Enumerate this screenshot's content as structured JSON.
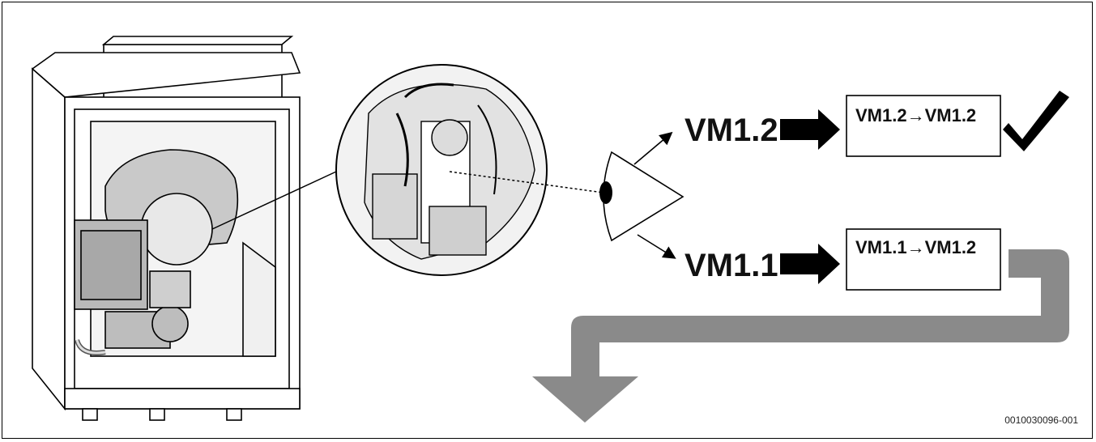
{
  "diagram": {
    "version_checked": {
      "label": "VM1.2",
      "result_box": "VM1.2→VM1.2",
      "outcome_icon": "checkmark-icon"
    },
    "version_other": {
      "label": "VM1.1",
      "result_box": "VM1.1→VM1.2",
      "outcome_icon": "continue-arrow-icon"
    },
    "reference_code": "0010030096-001",
    "colors": {
      "line": "#000000",
      "flow_arrow": "#8a8a8a",
      "device_panel": "#c9c9c9",
      "background": "#ffffff"
    }
  }
}
